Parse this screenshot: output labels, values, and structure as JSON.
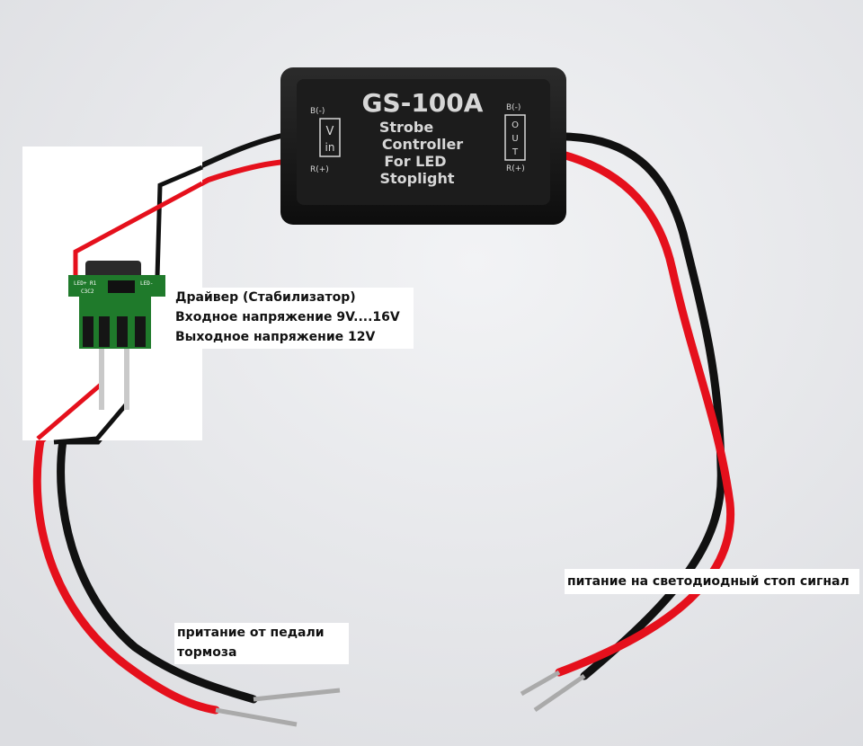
{
  "module": {
    "model": "GS-100A",
    "description_lines": [
      "Strobe",
      "Controller",
      "For LED",
      "Stoplight"
    ],
    "input_marking": {
      "top": "B(-)",
      "block_top": "V",
      "block_bottom": "in",
      "bottom": "R(+)"
    },
    "output_marking": {
      "top": "B(-)",
      "block_top": "O",
      "block_mid": "U",
      "block_bottom": "T",
      "bottom": "R(+)"
    }
  },
  "driver_board": {
    "silkscreen_top": "LED+ R1",
    "silkscreen_bottom": "C3C2",
    "silkscreen_right": "LED-"
  },
  "annotations": {
    "driver": [
      "Драйвер (Стабилизатор)",
      "Входное напряжение 9V....16V",
      "Выходное напряжение 12V"
    ],
    "led_power": "питание на светодиодный стоп сигнал",
    "pedal_power": [
      "притание от педали",
      "тормоза"
    ]
  },
  "colors": {
    "wall": "#e8e9ec",
    "module_body": "#1a1a1a",
    "module_text": "#d7d7d7",
    "wire_red": "#e5101c",
    "wire_black": "#111111",
    "pcb_green": "#1f7a2b",
    "inset_background": "#ffffff"
  }
}
